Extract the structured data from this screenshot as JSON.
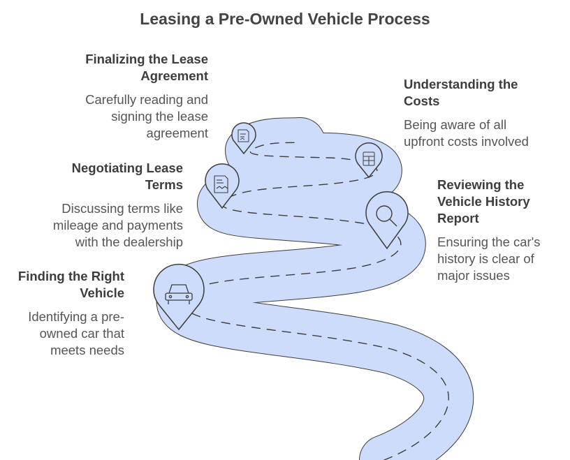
{
  "title": "Leasing a Pre-Owned Vehicle Process",
  "colors": {
    "road_fill": "#cddcfb",
    "road_stroke": "#3d3d3d",
    "marker_fill": "#cddcfb",
    "text": "#444444"
  },
  "steps": [
    {
      "heading": "Finding the Right Vehicle",
      "description": "Identifying a pre-owned car that meets needs",
      "icon": "car-icon"
    },
    {
      "heading": "Reviewing the Vehicle History Report",
      "description": "Ensuring the car's history is clear of major issues",
      "icon": "magnifier-icon"
    },
    {
      "heading": "Negotiating Lease Terms",
      "description": "Discussing terms like mileage and payments with the dealership",
      "icon": "handshake-document-icon"
    },
    {
      "heading": "Understanding the Costs",
      "description": "Being aware of all upfront costs involved",
      "icon": "calculator-icon"
    },
    {
      "heading": "Finalizing the Lease Agreement",
      "description": "Carefully reading and signing the lease agreement",
      "icon": "signing-document-icon"
    }
  ]
}
